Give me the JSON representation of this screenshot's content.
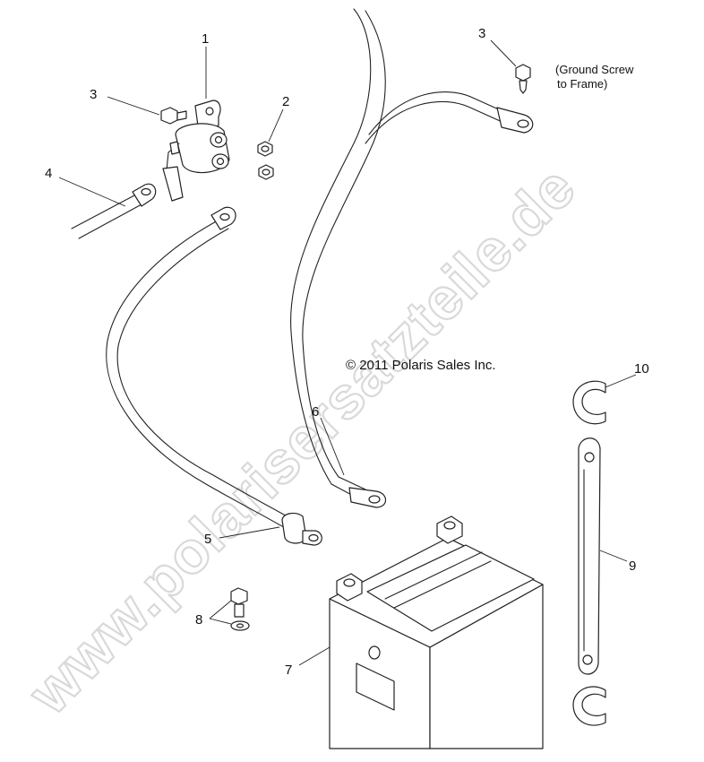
{
  "watermark": "www.polarisersatzteile.de",
  "copyright": "© 2011 Polaris Sales Inc.",
  "note": {
    "line1": "(Ground Screw",
    "line2": "to Frame)"
  },
  "callouts": {
    "c1": "1",
    "c2": "2",
    "c3a": "3",
    "c3b": "3",
    "c4": "4",
    "c5": "5",
    "c6": "6",
    "c7": "7",
    "c8": "8",
    "c9": "9",
    "c10": "10"
  }
}
